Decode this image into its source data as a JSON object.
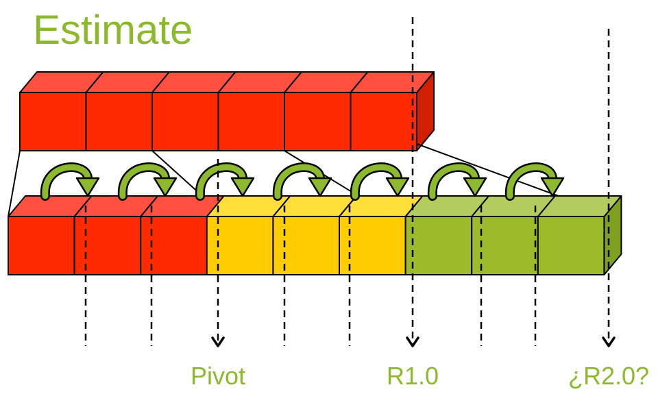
{
  "title": "Estimate",
  "colors": {
    "red": "#FF2A00",
    "yellow": "#FFCC00",
    "green": "#9BBB2A",
    "label": "#8DB92E"
  },
  "top_row": {
    "block_count": 6,
    "fill": "red"
  },
  "bottom_row": {
    "blocks": [
      "red",
      "red",
      "red",
      "yellow",
      "yellow",
      "yellow",
      "green",
      "green",
      "green"
    ]
  },
  "transition_arrows": 7,
  "markers": [
    {
      "label": "Pivot"
    },
    {
      "label": "R1.0"
    },
    {
      "label": "¿R2.0?"
    }
  ]
}
